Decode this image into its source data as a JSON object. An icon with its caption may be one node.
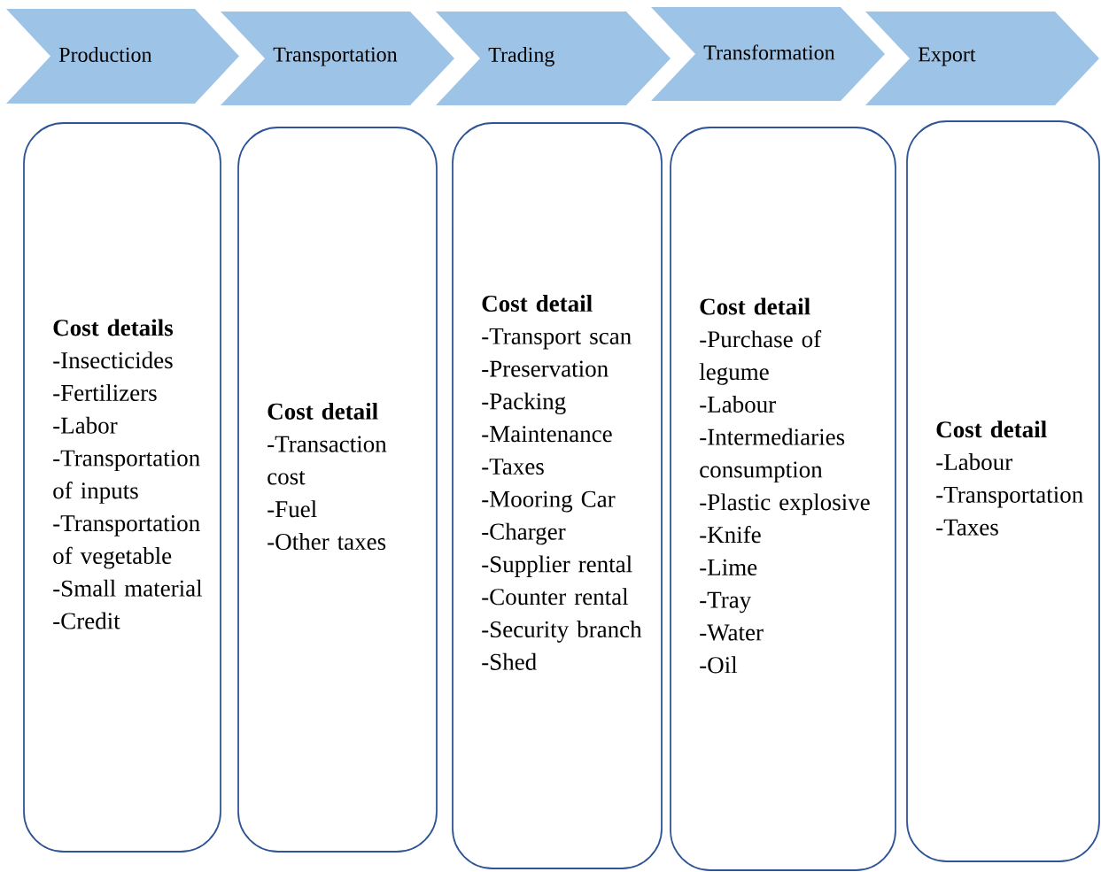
{
  "diagram": {
    "nodes": [
      {
        "text": [
          "Production"
        ]
      },
      {
        "text": [
          "Transportation"
        ]
      },
      {
        "text": [
          "Trading"
        ]
      },
      {
        "text": [
          "Transformation"
        ]
      },
      {
        "text": [
          "Export"
        ]
      },
      {
        "text": [
          "Cost details",
          "-Insecticides",
          "-Fertilizers",
          "-Labor",
          "-Transportation of inputs",
          "-Transportation of vegetable",
          "-Small material",
          "-Credit"
        ]
      },
      {
        "text": [
          "Cost detail",
          "-Transaction cost",
          "-Fuel",
          "-Other taxes"
        ]
      },
      {
        "text": [
          "Cost detail",
          "-Transport scan",
          "-Preservation",
          "-Packing",
          "-Maintenance",
          "-Taxes",
          "-Mooring Car",
          "-Charger",
          "-Supplier rental",
          "-Counter rental",
          "-Security branch",
          "-Shed"
        ]
      },
      {
        "text": [
          "Cost detail",
          "-Purchase of legume",
          "-Labour",
          "-Intermediaries consumption",
          "-Plastic explosive",
          "-Knife",
          "-Lime",
          "-Tray",
          "-Water",
          "-Oil"
        ]
      },
      {
        "text": [
          "Cost detail",
          "-Labour",
          "-Transportation",
          "-Taxes"
        ]
      }
    ]
  }
}
